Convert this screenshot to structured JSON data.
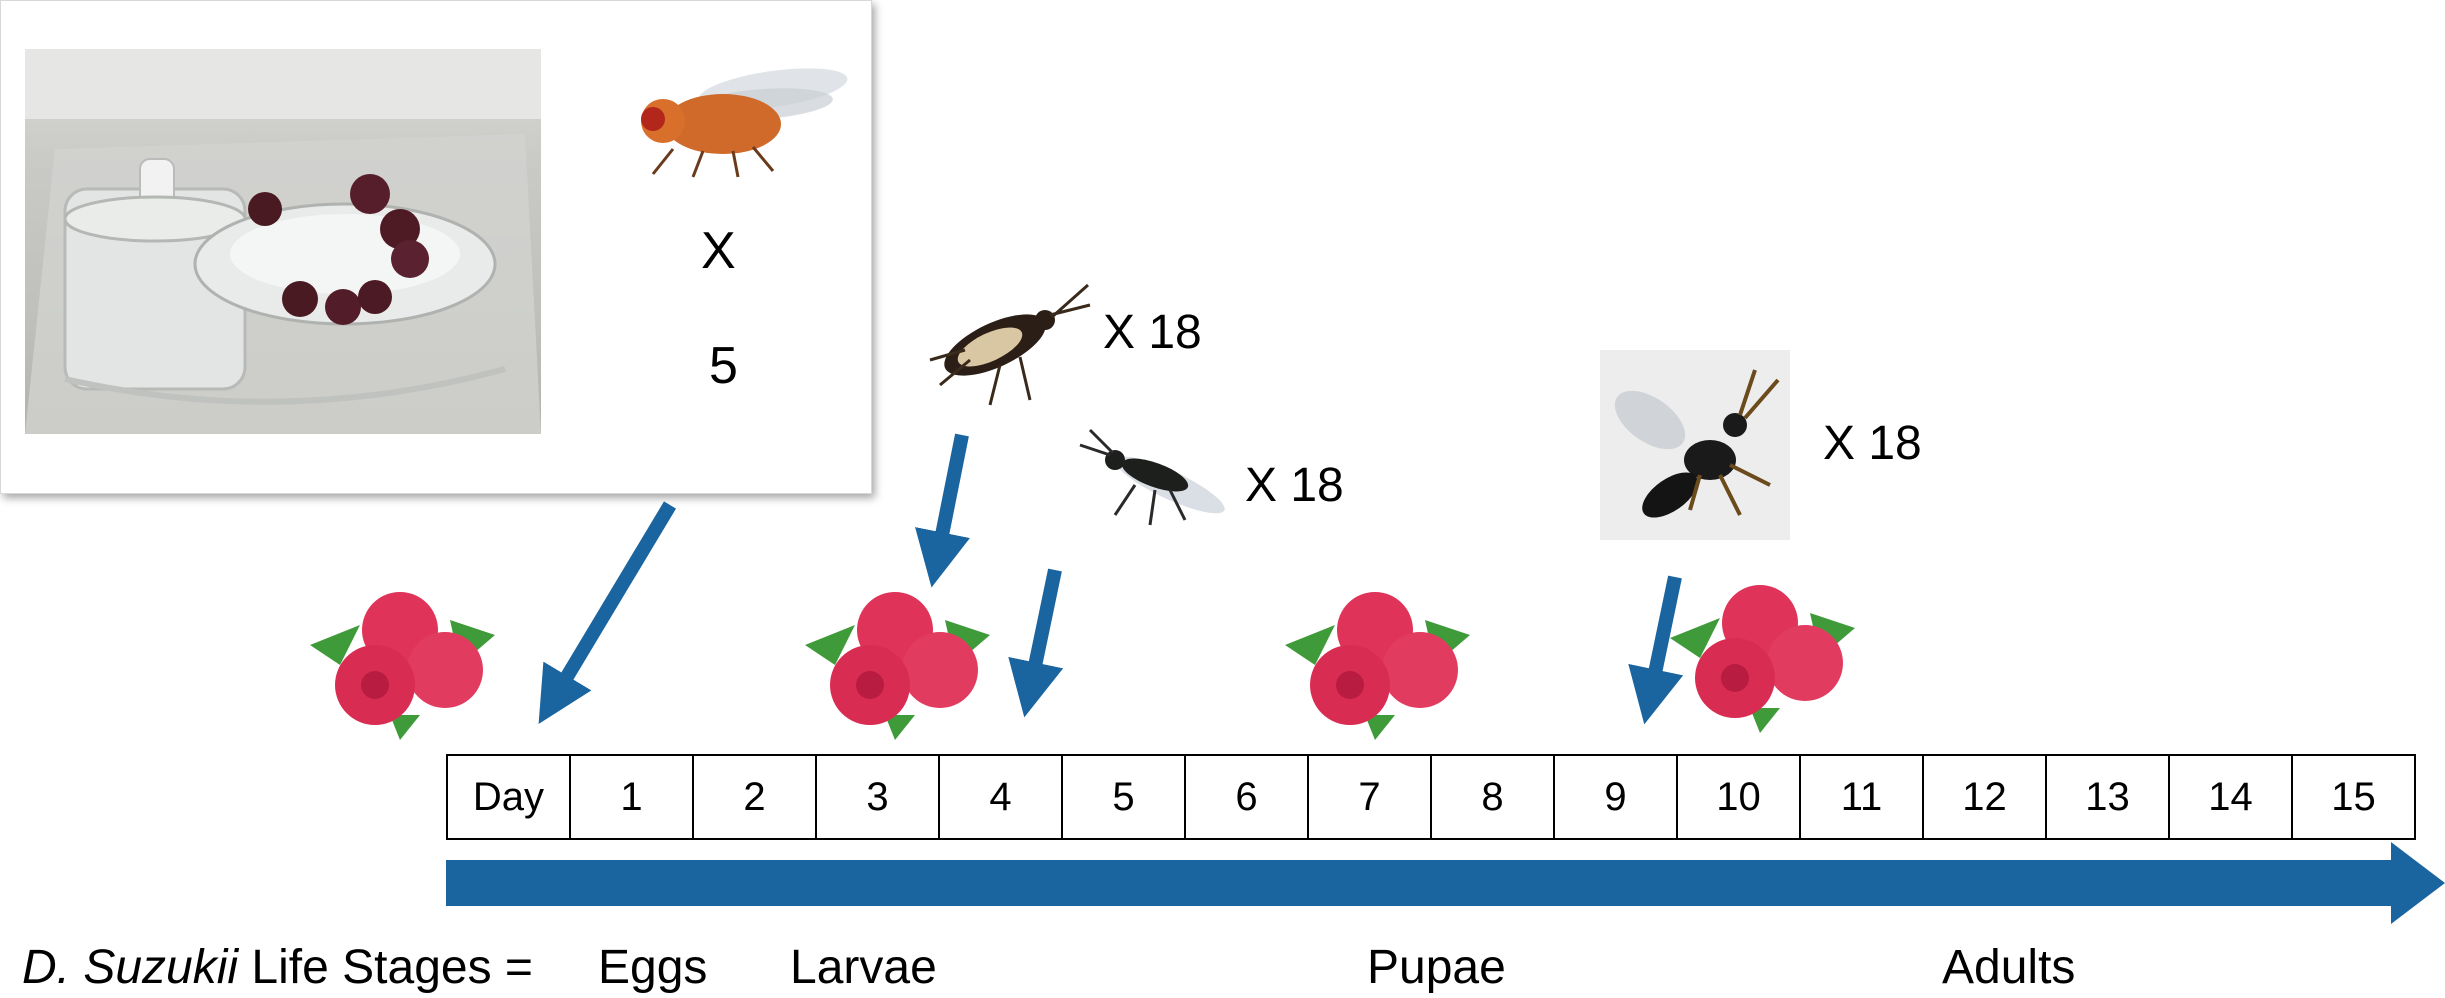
{
  "inset": {
    "fly_multiplier_symbol": "X",
    "fly_count": "5"
  },
  "parasitoids": [
    {
      "name": "predator-bug",
      "label": "X  18"
    },
    {
      "name": "wasp-small",
      "label": "X  18"
    },
    {
      "name": "wasp-large",
      "label": "X  18"
    }
  ],
  "timeline": {
    "cells": [
      "Day",
      "1",
      "2",
      "3",
      "4",
      "5",
      "6",
      "7",
      "8",
      "9",
      "10",
      "11",
      "12",
      "13",
      "14",
      "15"
    ]
  },
  "life_stages": {
    "species": "D. Suzukii",
    "suffix": "Life Stages =",
    "stages": [
      "Eggs",
      "Larvae",
      "Pupae",
      "Adults"
    ]
  },
  "colors": {
    "arrow_blue": "#1a64a0",
    "raspberry": "#e0335a",
    "leaf": "#3f9a3a",
    "fly_body": "#cf6a2a"
  }
}
